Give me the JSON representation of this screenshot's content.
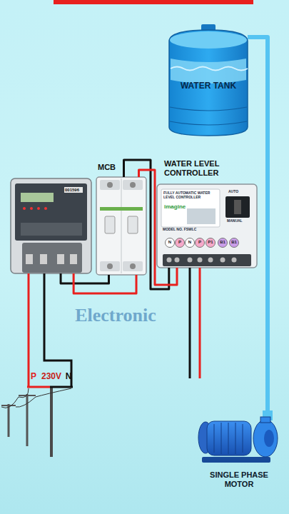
{
  "diagram": {
    "nodes": [
      {
        "text": [
          "WATER TANK"
        ]
      },
      {
        "text": [
          "001596"
        ]
      },
      {
        "text": [
          "MCB"
        ]
      },
      {
        "text": [
          "WATER LEVEL CONTROLLER",
          "FULLY AUTOMATIC WATER LEVEL CONTROLLER",
          "imagine",
          "MODEL NO. FSWLC",
          "AUTO",
          "MANUAL"
        ]
      },
      {
        "text": [
          "SINGLE PHASE MOTOR"
        ]
      }
    ],
    "edges": [
      {
        "from": 1,
        "to": 2,
        "arrow": "none"
      },
      {
        "from": 2,
        "to": 3,
        "arrow": "none"
      },
      {
        "from": 4,
        "to": 0,
        "arrow": "none"
      }
    ],
    "labels": [
      "N",
      "P",
      "N",
      "P",
      "P1",
      "B1",
      "B1",
      "P",
      "230V",
      "N",
      "Electronic"
    ]
  }
}
